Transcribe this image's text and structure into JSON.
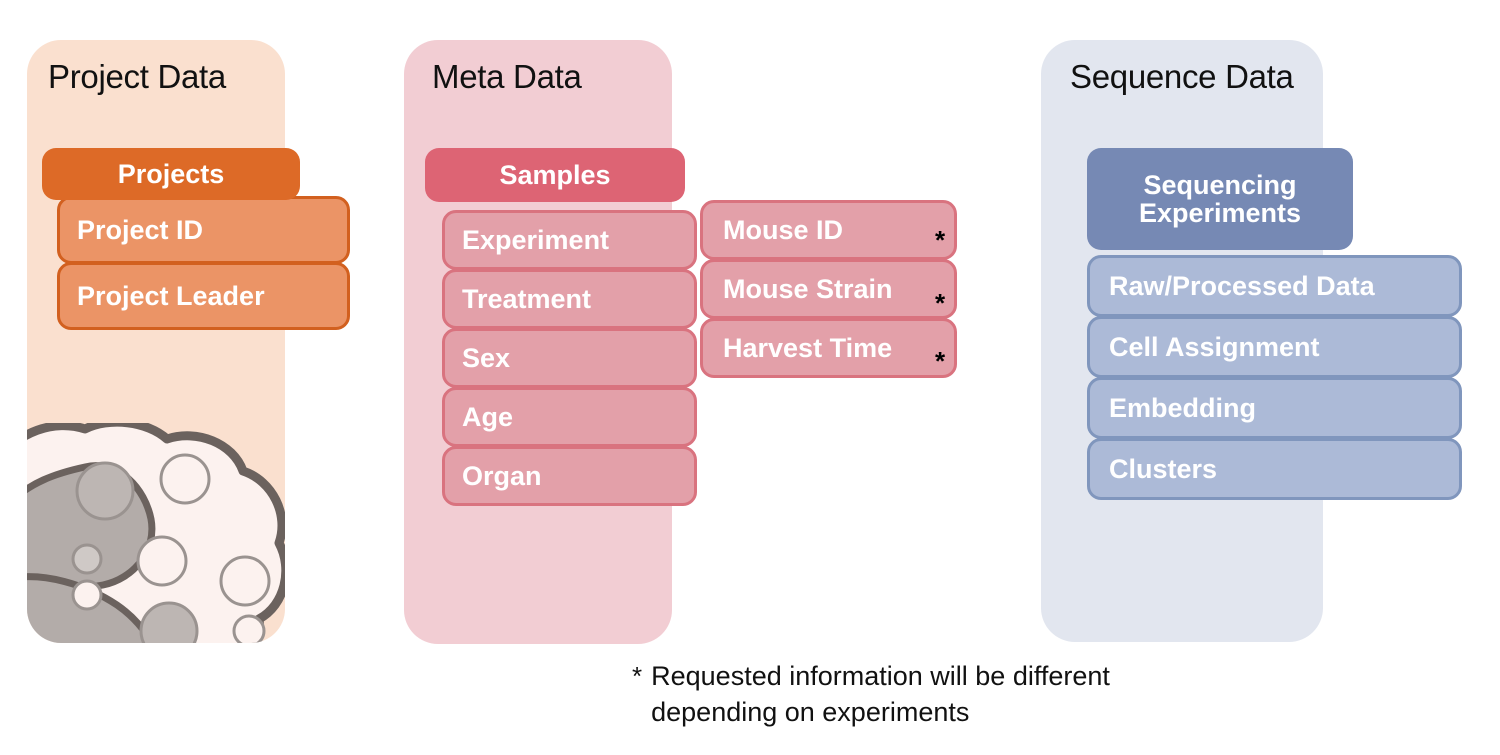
{
  "diagram": {
    "columns": [
      {
        "id": "project-data",
        "title": "Project Data",
        "entity": "Projects",
        "attributes": [
          {
            "label": "Project ID"
          },
          {
            "label": "Project Leader"
          }
        ],
        "colors": {
          "panel": "#fae0cf",
          "header": "#dd6a27",
          "row": "#eb9466",
          "row_border": "#d2601f"
        },
        "illustration": "cell-illustration"
      },
      {
        "id": "meta-data",
        "title": "Meta Data",
        "entity": "Samples",
        "attributes": [
          {
            "label": "Experiment"
          },
          {
            "label": "Treatment"
          },
          {
            "label": "Sex"
          },
          {
            "label": "Age"
          },
          {
            "label": "Organ"
          }
        ],
        "sub_group": [
          {
            "label": "Mouse ID",
            "marker": "*"
          },
          {
            "label": "Mouse Strain",
            "marker": "*"
          },
          {
            "label": "Harvest Time",
            "marker": "*"
          }
        ],
        "colors": {
          "panel": "#f2cdd3",
          "header": "#dd6474",
          "row": "#e3a0a9",
          "row_border": "#d9737f"
        }
      },
      {
        "id": "sequence-data",
        "title": "Sequence Data",
        "entity": "Sequencing Experiments",
        "entity_line1": "Sequencing",
        "entity_line2": "Experiments",
        "attributes": [
          {
            "label": "Raw/Processed Data"
          },
          {
            "label": "Cell Assignment"
          },
          {
            "label": "Embedding"
          },
          {
            "label": "Clusters"
          }
        ],
        "colors": {
          "panel": "#e2e6ef",
          "header": "#7689b4",
          "row": "#acbad7",
          "row_border": "#8096bd"
        }
      }
    ],
    "footnote": {
      "marker": "*",
      "text": "Requested information will be different\ndepending on experiments"
    }
  }
}
